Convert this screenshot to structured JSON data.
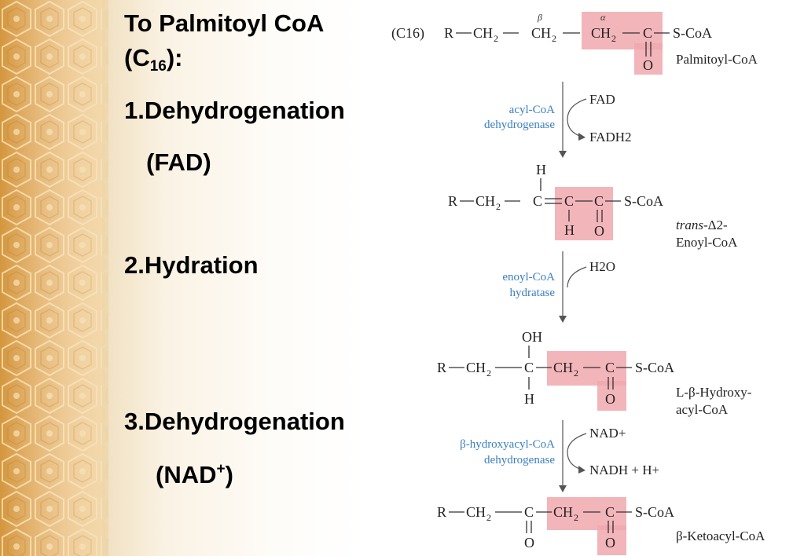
{
  "left_panel": {
    "title_line1": "To Palmitoyl CoA",
    "title_line2_pre": "(C",
    "title_line2_sub": "16",
    "title_line2_post": "):",
    "step1": "1.Dehydrogenation",
    "step1_cofactor": "(FAD)",
    "step2": "2.Hydration",
    "step3": "3.Dehydrogenation",
    "step3_cofactor_pre": "(NAD",
    "step3_cofactor_sup": "+",
    "step3_cofactor_post": ")"
  },
  "pathway": {
    "palmitoyl": {
      "prefix": "(C16)",
      "beta": "β",
      "alpha": "α",
      "name": "Palmitoyl-CoA"
    },
    "step1": {
      "enzyme_line1": "acyl-CoA",
      "enzyme_line2": "dehydrogenase",
      "in": "FAD",
      "out": "FADH2"
    },
    "enoyl": {
      "name_line1_italic": "trans",
      "name_line1_rest": "-Δ2-",
      "name_line2": "Enoyl-CoA"
    },
    "step2": {
      "enzyme_line1": "enoyl-CoA",
      "enzyme_line2": "hydratase",
      "in": "H2O"
    },
    "hydroxy": {
      "name_line1": "L-β-Hydroxy-",
      "name_line2": "acyl-CoA"
    },
    "step3": {
      "enzyme_line1": "β-hydroxyacyl-CoA",
      "enzyme_line2": "dehydrogenase",
      "in": "NAD+",
      "out": "NADH + H+"
    },
    "keto": {
      "name": "β-Ketoacyl-CoA"
    }
  },
  "colors": {
    "highlight": "#f0a8ae",
    "enzyme": "#3a7fc0",
    "band_dark": "#d4963e",
    "band_light": "#f1c98a"
  }
}
